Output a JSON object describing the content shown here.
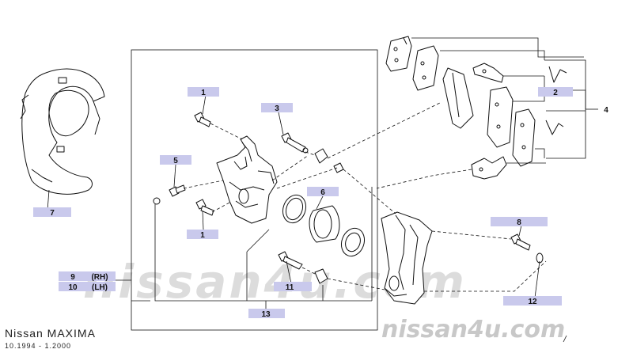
{
  "model": "Nissan MAXIMA",
  "date_range": "10.1994 - 1.2000",
  "watermark_main": "nissan4u.com",
  "watermark_corner": "nissan4u.com",
  "callouts": {
    "c1_top": "1",
    "c1_bottom": "1",
    "c2": "2",
    "c3": "3",
    "c4": "4",
    "c5": "5",
    "c6": "6",
    "c7": "7",
    "c8": "8",
    "c9": "9",
    "c9_side": "(RH)",
    "c10": "10",
    "c10_side": "(LH)",
    "c11": "11",
    "c12": "12",
    "c13": "13"
  },
  "colors": {
    "label_highlight": "#c9c9ec",
    "watermark": "#d8d8d8",
    "line": "#111111"
  }
}
